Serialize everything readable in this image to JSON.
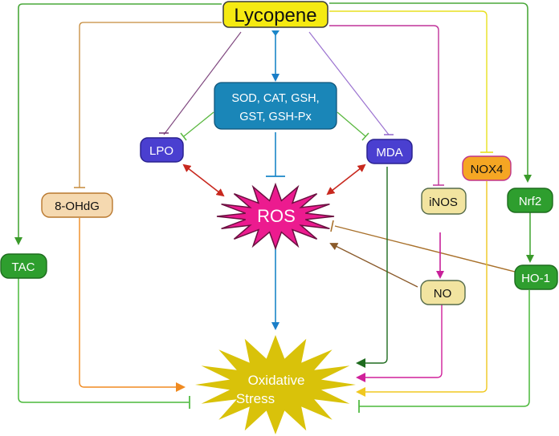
{
  "title": "Lycopene",
  "nodes": {
    "lycopene": {
      "label": "Lycopene",
      "fill": "#f5ea12",
      "stroke": "#3a3a3a",
      "text": "#111111"
    },
    "enzymes": {
      "line1": "SOD, CAT, GSH,",
      "line2": "GST, GSH-Px",
      "fill": "#1a86b8",
      "stroke": "#10557a",
      "text": "#ffffff"
    },
    "lpo": {
      "label": "LPO",
      "fill": "#4a3fd0",
      "stroke": "#2a2290",
      "text": "#ffffff"
    },
    "mda": {
      "label": "MDA",
      "fill": "#4a3fd0",
      "stroke": "#2a2290",
      "text": "#ffffff"
    },
    "ros": {
      "label": "ROS",
      "fill": "#ec1b8f",
      "stroke": "#6b1040",
      "text": "#ffffff"
    },
    "ohdg": {
      "label": "8-OHdG",
      "fill": "#f5d9b0",
      "stroke": "#b9782e",
      "text": "#111111"
    },
    "tac": {
      "label": "TAC",
      "fill": "#2e9e2e",
      "stroke": "#1d6b1d",
      "text": "#ffffff"
    },
    "inos": {
      "label": "iNOS",
      "fill": "#f2e4a0",
      "stroke": "#556b4a",
      "text": "#111111"
    },
    "nox4": {
      "label": "NOX4",
      "fill": "#f5a623",
      "stroke": "#c0338a",
      "text": "#111111"
    },
    "nrf2": {
      "label": "Nrf2",
      "fill": "#2e9e2e",
      "stroke": "#1d6b1d",
      "text": "#ffffff"
    },
    "no": {
      "label": "NO",
      "fill": "#f2e4a0",
      "stroke": "#556b4a",
      "text": "#111111"
    },
    "ho1": {
      "label": "HO-1",
      "fill": "#2e9e2e",
      "stroke": "#1d6b1d",
      "text": "#ffffff"
    },
    "oxidative_stress": {
      "line1": "Oxidative",
      "line2": "Stress",
      "fill": "#d9c20a",
      "text": "#ffffff"
    }
  },
  "edges": [
    {
      "from": "Lycopene",
      "to": "TAC",
      "type": "activates",
      "color": "#4aa83a"
    },
    {
      "from": "Lycopene",
      "to": "8-OHdG",
      "type": "inhibits",
      "color": "#c58a3a"
    },
    {
      "from": "Lycopene",
      "to": "LPO",
      "type": "inhibits",
      "color": "#6b2a6b"
    },
    {
      "from": "Lycopene",
      "to": "SOD, CAT, GSH, GST, GSH-Px",
      "type": "activates",
      "color": "#1a86c8"
    },
    {
      "from": "Lycopene",
      "to": "MDA",
      "type": "inhibits",
      "color": "#8a5ac8"
    },
    {
      "from": "Lycopene",
      "to": "iNOS",
      "type": "inhibits",
      "color": "#c0339a"
    },
    {
      "from": "Lycopene",
      "to": "NOX4",
      "type": "inhibits",
      "color": "#e8e020"
    },
    {
      "from": "Lycopene",
      "to": "Nrf2",
      "type": "activates",
      "color": "#4aa83a"
    },
    {
      "from": "SOD, CAT, GSH, GST, GSH-Px",
      "to": "LPO",
      "type": "inhibits",
      "color": "#5ab840"
    },
    {
      "from": "SOD, CAT, GSH, GST, GSH-Px",
      "to": "MDA",
      "type": "inhibits",
      "color": "#5ab840"
    },
    {
      "from": "SOD, CAT, GSH, GST, GSH-Px",
      "to": "ROS",
      "type": "inhibits",
      "color": "#1a86c8"
    },
    {
      "from": "LPO",
      "to": "ROS",
      "type": "bidirectional",
      "color": "#c8281e"
    },
    {
      "from": "MDA",
      "to": "ROS",
      "type": "bidirectional",
      "color": "#c8281e"
    },
    {
      "from": "iNOS",
      "to": "NO",
      "type": "activates",
      "color": "#c0339a"
    },
    {
      "from": "Nrf2",
      "to": "HO-1",
      "type": "activates",
      "color": "#4aa83a"
    },
    {
      "from": "HO-1",
      "to": "ROS",
      "type": "inhibits",
      "color": "#a8702a"
    },
    {
      "from": "NO",
      "to": "ROS",
      "type": "activates",
      "color": "#8a5a2a"
    },
    {
      "from": "ROS",
      "to": "Oxidative Stress",
      "type": "activates",
      "color": "#1a86c8"
    },
    {
      "from": "8-OHdG",
      "to": "Oxidative Stress",
      "type": "activates",
      "color": "#f08a20"
    },
    {
      "from": "TAC",
      "to": "Oxidative Stress",
      "type": "inhibits",
      "color": "#4ab83a"
    },
    {
      "from": "MDA",
      "to": "Oxidative Stress",
      "type": "activates",
      "color": "#1e6b1e"
    },
    {
      "from": "NO",
      "to": "Oxidative Stress",
      "type": "activates",
      "color": "#d0209a"
    },
    {
      "from": "NOX4",
      "to": "Oxidative Stress",
      "type": "activates",
      "color": "#f0c820"
    },
    {
      "from": "HO-1",
      "to": "Oxidative Stress",
      "type": "inhibits",
      "color": "#4ab83a"
    }
  ]
}
